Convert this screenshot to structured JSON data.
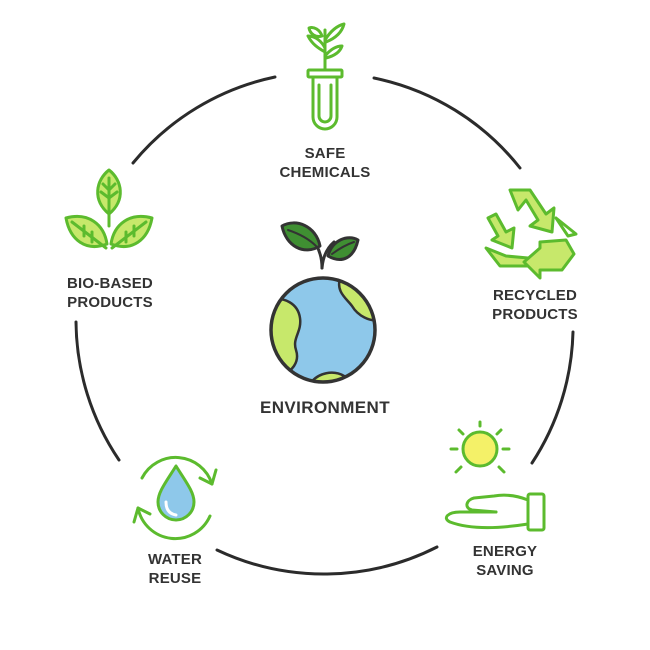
{
  "diagram": {
    "center": {
      "label": "ENVIRONMENT",
      "icon": "earth-icon"
    },
    "items": [
      {
        "icon": "test-tube-plant-icon",
        "lines": [
          "SAFE",
          "CHEMICALS"
        ]
      },
      {
        "icon": "recycle-icon",
        "lines": [
          "RECYCLED",
          "PRODUCTS"
        ]
      },
      {
        "icon": "sun-hand-icon",
        "lines": [
          "ENERGY",
          "SAVING"
        ]
      },
      {
        "icon": "water-drop-cycle-icon",
        "lines": [
          "WATER",
          "REUSE"
        ]
      },
      {
        "icon": "leaves-icon",
        "lines": [
          "BIO-BASED",
          "PRODUCTS"
        ]
      }
    ]
  },
  "colors": {
    "green": "#5cbb2e",
    "light_green": "#c7e86b",
    "dark_leaf": "#3f8f32",
    "ocean": "#8ec8ea",
    "sun": "#f4f168",
    "water": "#8ec8ea",
    "outline": "#333333",
    "ring": "#2b2b2b"
  }
}
